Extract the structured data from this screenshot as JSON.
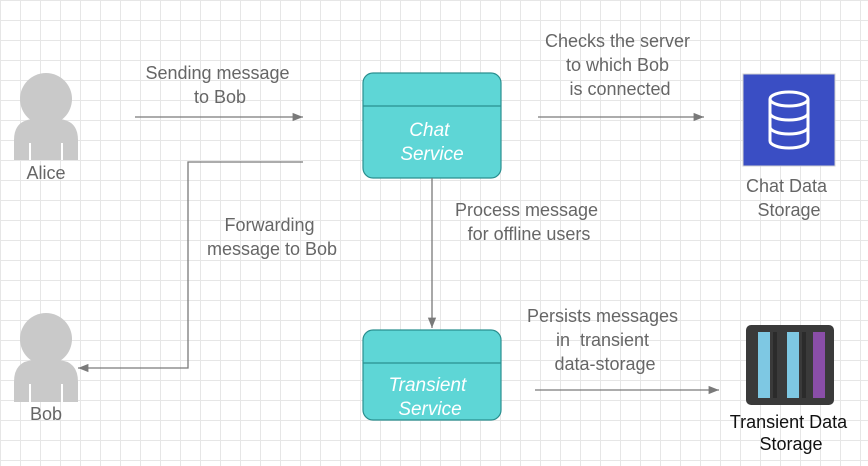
{
  "actors": {
    "alice": "Alice",
    "bob": "Bob"
  },
  "services": {
    "chat": [
      "Chat",
      "Service"
    ],
    "transient": [
      "Transient",
      "Service"
    ]
  },
  "storage": {
    "chat": [
      "Chat Data",
      "Storage"
    ],
    "transient": [
      "Transient Data",
      "Storage"
    ]
  },
  "edges": {
    "sending": [
      "Sending message",
      "to Bob"
    ],
    "checks": [
      "Checks the server",
      "to which Bob",
      "is connected"
    ],
    "forwarding": [
      "Forwarding",
      "message to Bob"
    ],
    "process": [
      "Process message",
      "for offline users"
    ],
    "persists": [
      "Persists messages",
      "in  transient",
      "data-storage"
    ]
  },
  "colors": {
    "service_fill": "#5ed6d6",
    "service_stroke": "#2a8f8f",
    "actor_fill": "#c9c9c9",
    "db_blue": "#3a4ec4",
    "storage_dark": "#3a3a3a",
    "storage_cyan": "#7ec8e3",
    "storage_purple": "#8a4ea8"
  },
  "icons": {
    "alice": "user-icon",
    "bob": "user-icon",
    "chat_storage": "database-icon",
    "transient_storage": "transient-storage-icon"
  }
}
